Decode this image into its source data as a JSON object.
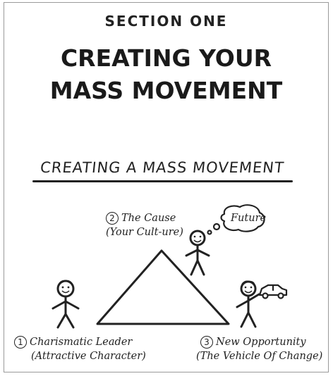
{
  "header": {
    "section_label": "SECTION ONE",
    "title_line1": "CREATING YOUR",
    "title_line2": "MASS MOVEMENT"
  },
  "diagram": {
    "heading": "CREATING A MASS MOVEMENT",
    "nodes": [
      {
        "number": "2",
        "label_line1": "The Cause",
        "label_line2": "(Your Cult-ure)"
      },
      {
        "number": "1",
        "label_line1": "Charismatic Leader",
        "label_line2": "(Attractive Character)"
      },
      {
        "number": "3",
        "label_line1": "New Opportunity",
        "label_line2": "(The Vehicle Of Change)"
      }
    ],
    "thought_bubble": "Future"
  }
}
